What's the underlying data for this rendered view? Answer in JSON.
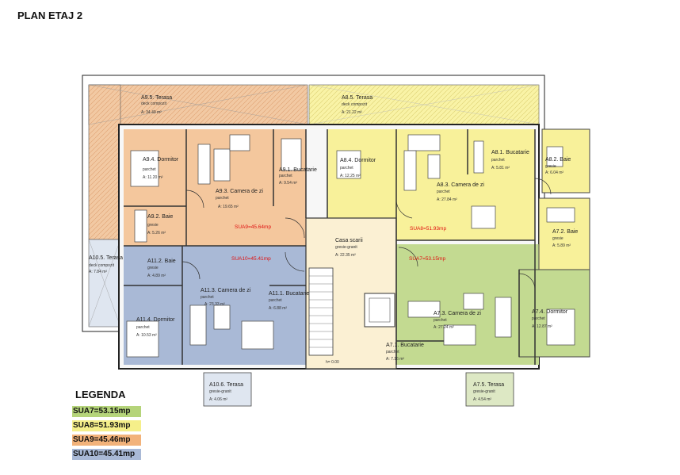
{
  "page_title": "PLAN ETAJ 2",
  "legend": {
    "title": "LEGENDA",
    "items": [
      {
        "label": "SUA7=53.15mp",
        "color": "#b5d47a"
      },
      {
        "label": "SUA8=51.93mp",
        "color": "#f5ef8a"
      },
      {
        "label": "SUA9=45.46mp",
        "color": "#f2b27a"
      },
      {
        "label": "SUA10=45.41mp",
        "color": "#a9b9d6"
      }
    ]
  },
  "apartments": {
    "sua7": {
      "label": "SUA7=53.15mp",
      "color": "#c3da91"
    },
    "sua8": {
      "label": "SUA8=51.93mp",
      "color": "#f8f19a"
    },
    "sua9": {
      "label": "SUA9=45.64mp",
      "color": "#f4c79d"
    },
    "sua10": {
      "label": "SUA10=45.41mp",
      "color": "#a9b9d6"
    }
  },
  "rooms": [
    {
      "id": "a9-5",
      "name": "A9.5. Terasa",
      "finish": "deck compozit",
      "area": "A: 34.49 m²"
    },
    {
      "id": "a8-5",
      "name": "A8.5. Terasa",
      "finish": "deck compozit",
      "area": "A: 21.22 m²"
    },
    {
      "id": "a9-4",
      "name": "A9.4. Dormitor",
      "finish": "parchet",
      "area": "A: 11.20 m²"
    },
    {
      "id": "a9-1",
      "name": "A9.1. Bucatarie",
      "finish": "parchet",
      "area": "A: 9.54 m²"
    },
    {
      "id": "a9-3",
      "name": "A9.3. Camera de zi",
      "finish": "parchet",
      "area": "A: 19.65 m²"
    },
    {
      "id": "a9-2",
      "name": "A9.2. Baie",
      "finish": "gresie",
      "area": "A: 5.26 m²"
    },
    {
      "id": "a8-4",
      "name": "A8.4. Dormitor",
      "finish": "parchet",
      "area": "A: 12.25 m²"
    },
    {
      "id": "a8-1",
      "name": "A8.1. Bucatarie",
      "finish": "parchet",
      "area": "A: 5.81 m²"
    },
    {
      "id": "a8-2",
      "name": "A8.2. Baie",
      "finish": "gresie",
      "area": "A: 6.04 m²"
    },
    {
      "id": "a8-3",
      "name": "A8.3. Camera de zi",
      "finish": "parchet",
      "area": "A: 27.84 m²"
    },
    {
      "id": "a7-2",
      "name": "A7.2. Baie",
      "finish": "gresie",
      "area": "A: 5.89 m²"
    },
    {
      "id": "casa-scarii",
      "name": "Casa scarii",
      "finish": "gresie-granit",
      "area": "A: 22.35 m²"
    },
    {
      "id": "a10-5",
      "name": "A10.5. Terasa",
      "finish": "deck compozit",
      "area": "A: 7.84 m²"
    },
    {
      "id": "a11-2",
      "name": "A11.2. Baie",
      "finish": "gresie",
      "area": "A: 4.89 m²"
    },
    {
      "id": "a11-3",
      "name": "A11.3. Camera de zi",
      "finish": "parchet",
      "area": "A: 23.33 m²"
    },
    {
      "id": "a11-1",
      "name": "A11.1. Bucatarie",
      "finish": "parchet",
      "area": "A: 6.88 m²"
    },
    {
      "id": "a11-4",
      "name": "A11.4. Dormitor",
      "finish": "parchet",
      "area": "A: 10.53 m²"
    },
    {
      "id": "a7-3",
      "name": "A7.3. Camera de zi",
      "finish": "parchet",
      "area": "A: 27.24 m²"
    },
    {
      "id": "a7-4",
      "name": "A7.4. Dormitor",
      "finish": "parchet",
      "area": "A: 12.87 m²"
    },
    {
      "id": "a7-1",
      "name": "A7.1. Bucatarie",
      "finish": "parchet",
      "area": "A: 7.16 m²"
    },
    {
      "id": "a10-6",
      "name": "A10.6. Terasa",
      "finish": "gresie-granit",
      "area": "A: 4.06 m²"
    },
    {
      "id": "a7-5",
      "name": "A7.5. Terasa",
      "finish": "gresie-granit",
      "area": "A: 4.54 m²"
    }
  ],
  "level_mark": "h= 0.00"
}
